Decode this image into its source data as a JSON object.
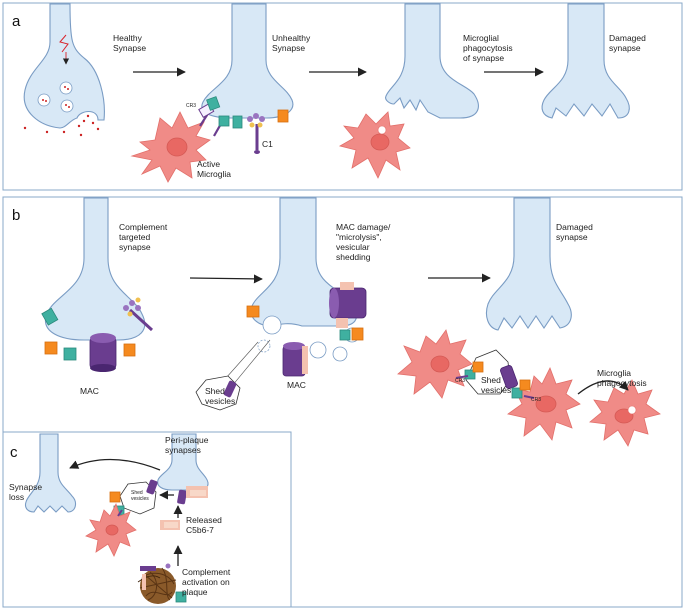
{
  "panels": {
    "a": {
      "label": "a",
      "stages": [
        "Healthy\nSynapse",
        "Unhealthy\nSynapse",
        "Microglial\nphagocytosis\nof synapse",
        "Damaged\nsynapse"
      ],
      "active_microglia": "Active\nMicroglia",
      "c1": "C1",
      "cr3": "CR3"
    },
    "b": {
      "label": "b",
      "stages": [
        "Complement\ntargeted\nsynapse",
        "MAC damage/\n\"microlysis\",\nvesicular\nshedding",
        "Damaged\nsynapse"
      ],
      "mac": "MAC",
      "shed_vesicles": "Shed\nvesicles",
      "microglia_phagocytosis": "Microglia\nphagocytosis"
    },
    "c": {
      "label": "c",
      "peri_plaque": "Peri-plaque\nsynapses",
      "synapse_loss": "Synapse\nloss",
      "released": "Released\nC5b6-7",
      "activation": "Complement\nactivation on\nplaque",
      "shed_vesicles": "Shed\nvesicles"
    }
  },
  "colors": {
    "neuron_fill": "#d8e8f6",
    "neuron_stroke": "#7a9cc4",
    "microglia": "#f08b87",
    "complement_orange": "#f58a1f",
    "complement_teal": "#3fb0a0",
    "mac_purple": "#6a3d8f",
    "c5b_pink": "#f4c2b0",
    "panel_border": "#8aa8c8"
  }
}
